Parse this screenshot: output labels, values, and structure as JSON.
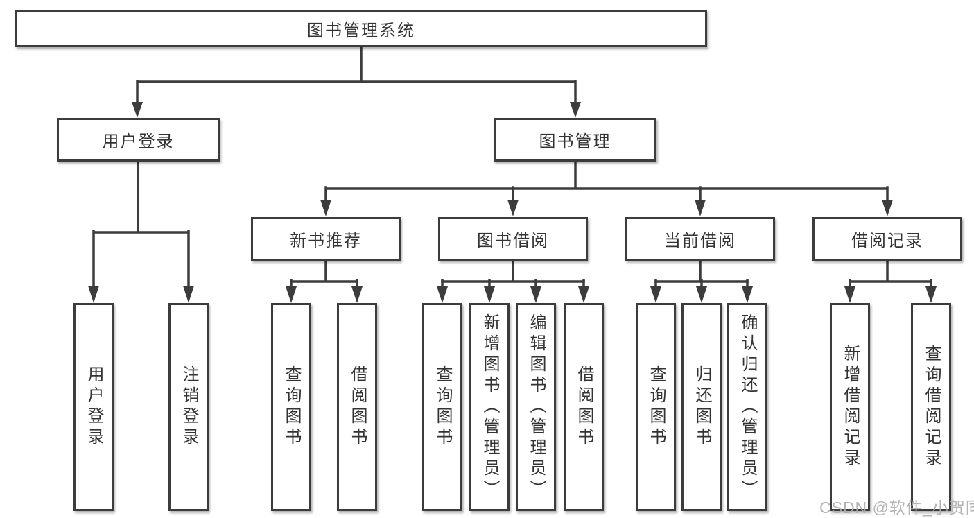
{
  "diagram": {
    "root": "图书管理系统",
    "level2": [
      "用户登录",
      "图书管理"
    ],
    "level3": [
      "新书推荐",
      "图书借阅",
      "当前借阅",
      "借阅记录"
    ],
    "leaves": {
      "user_login": [
        "用户登录",
        "注销登录"
      ],
      "new_book": [
        "查询图书",
        "借阅图书"
      ],
      "book_borrow": [
        "查询图书",
        "新增图书（管理员）",
        "编辑图书（管理员）",
        "借阅图书"
      ],
      "current_borrow": [
        "查询图书",
        "归还图书",
        "确认归还（管理员）"
      ],
      "borrow_record": [
        "新增借阅记录",
        "查询借阅记录"
      ]
    }
  },
  "watermark": "CSDN @软件_小贺同学",
  "colors": {
    "line": "#3c3c3c",
    "text": "#333333",
    "box_fill": "#ffffff",
    "background": "#ffffff",
    "watermark": "#aeaeae"
  }
}
